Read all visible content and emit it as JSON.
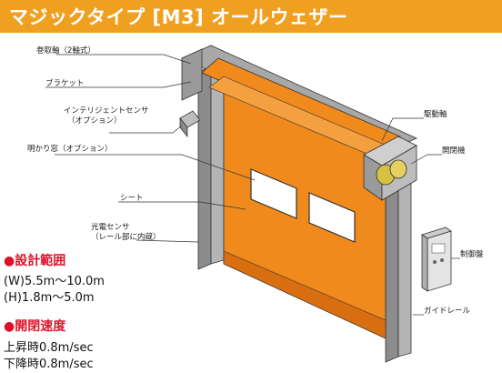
{
  "header": {
    "title": "マジックタイプ [M3] オールウェザー"
  },
  "callouts": {
    "takeup_shaft": "巻取軸（2軸式）",
    "bracket": "ブラケット",
    "sensor_line1": "インテリジェントセンサ",
    "sensor_line2": "（オプション）",
    "window": "明かり窓（オプション）",
    "sheet": "シート",
    "photo_line1": "光電センサ",
    "photo_line2": "（レール部に内蔵）",
    "drive_shaft": "駆動軸",
    "opener": "開閉機",
    "control_panel": "制御盤",
    "guide_rail": "ガイドレール"
  },
  "specs": {
    "range_heading": "●設計範囲",
    "range_w": "(W)5.5m〜10.0m",
    "range_h": "(H)1.8m〜5.0m",
    "speed_heading": "●開閉速度",
    "speed_up": "上昇時0.8m/sec",
    "speed_down": "下降時0.8m/sec"
  },
  "colors": {
    "header": "#f0a020",
    "sheet": "#f08a1c",
    "frame": "#9a9a9a",
    "accent_red": "#e0102a"
  }
}
